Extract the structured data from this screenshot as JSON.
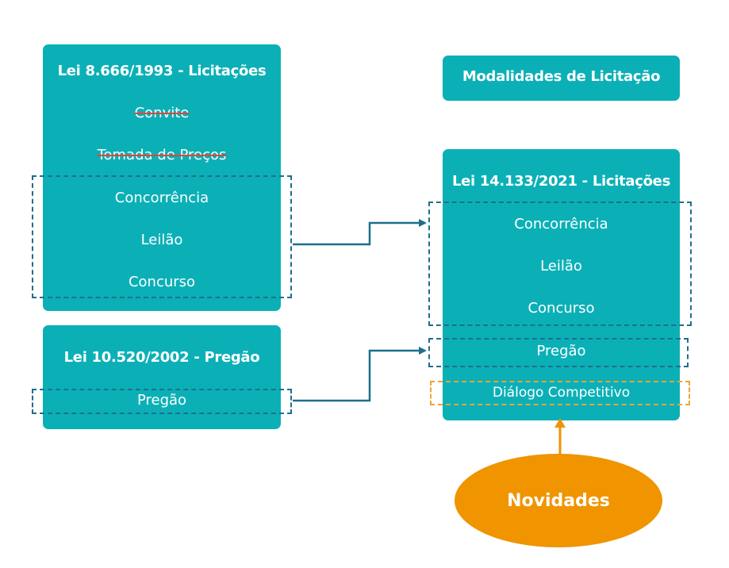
{
  "lei8666": {
    "title": "Lei 8.666/1993 - Licitações",
    "items": [
      "Convite",
      "Tomada de Preços",
      "Concorrência",
      "Leilão",
      "Concurso"
    ]
  },
  "lei10520": {
    "title": "Lei 10.520/2002 - Pregão",
    "items": [
      "Pregão"
    ]
  },
  "modalidades": {
    "title": "Modalidades de Licitação"
  },
  "lei14133": {
    "title": "Lei 14.133/2021 - Licitações",
    "items": [
      "Concorrência",
      "Leilão",
      "Concurso",
      "Pregão",
      "Diálogo Competitivo"
    ]
  },
  "novidades": {
    "label": "Novidades"
  },
  "colors": {
    "box": "#0bb0b7",
    "dashed_border": "#1f6e8c",
    "highlight_border": "#f0a33a",
    "novidades": "#f09400",
    "strike": "#e0453a",
    "arrow": "#1f6e8c",
    "arrow_novidades": "#f09400"
  }
}
